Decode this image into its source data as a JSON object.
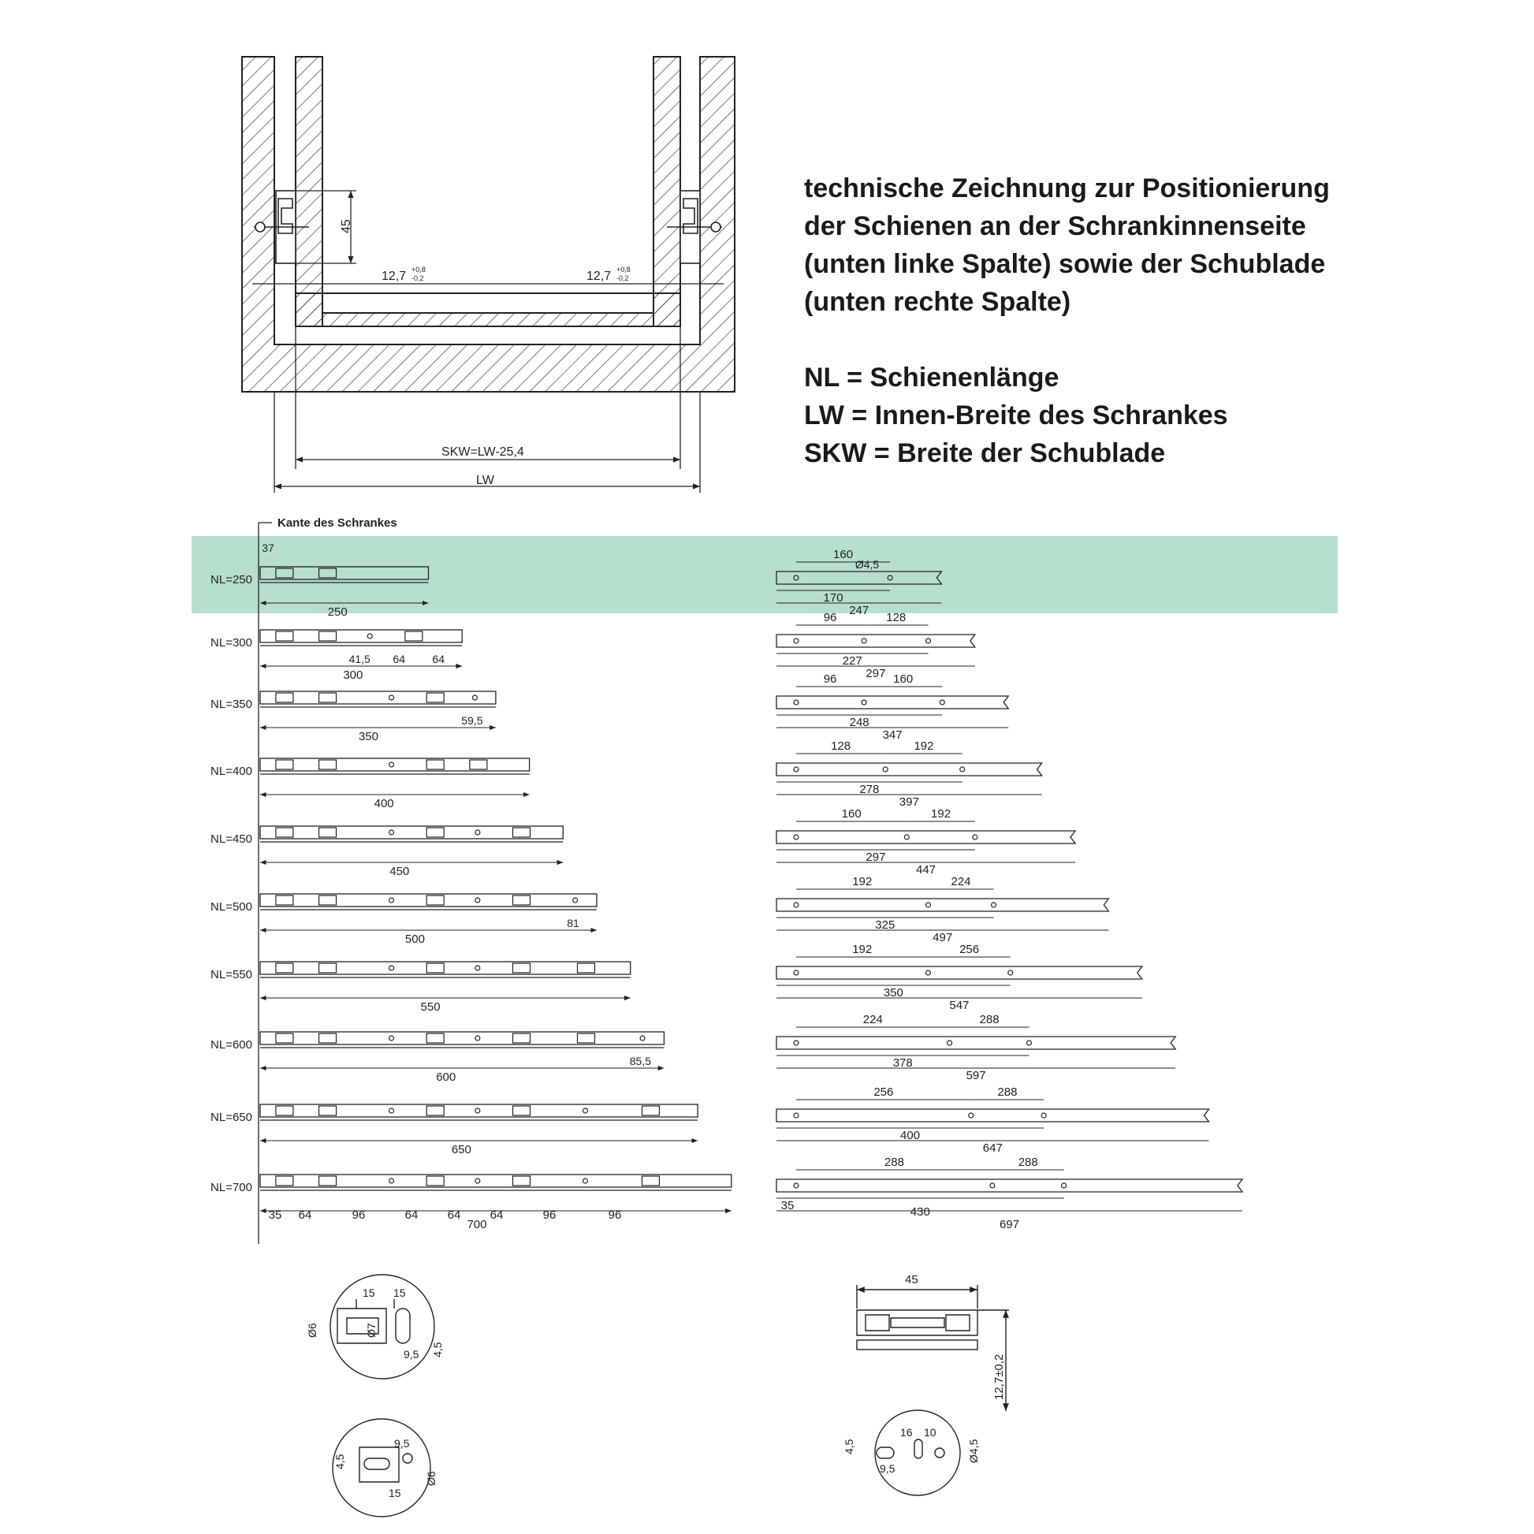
{
  "description": {
    "lines": [
      "technische Zeichnung zur Positionierung",
      "der Schienen an der Schrankinnenseite",
      "(unten linke Spalte) sowie der Schublade",
      "(unten rechte Spalte)"
    ],
    "legend": [
      "NL = Schienenlänge",
      "LW = Innen-Breite des Schrankes",
      "SKW = Breite der Schublade"
    ]
  },
  "cabinet": {
    "dim_height": "45",
    "dim_gap_left": "12,7",
    "dim_gap_right": "12,7",
    "tol_upper": "+0,8",
    "tol_lower": "-0,2",
    "dim_skw": "SKW=LW-25,4",
    "dim_lw": "LW"
  },
  "edge_label": "Kante des Schrankes",
  "highlight_color": "#b7dfcd",
  "left_rails": [
    {
      "label": "NL=250",
      "length": 250,
      "slots": [
        35,
        99
      ],
      "marks": [],
      "dims": [
        {
          "text": "37",
          "pos": "top"
        },
        {
          "text": "250",
          "pos": "below"
        }
      ]
    },
    {
      "label": "NL=300",
      "length": 300,
      "slots": [
        35,
        99,
        227
      ],
      "marks": [
        163
      ],
      "dims": [
        {
          "text": "64"
        },
        {
          "text": "64"
        },
        {
          "text": "41,5"
        },
        {
          "text": "300"
        }
      ]
    },
    {
      "label": "NL=350",
      "length": 350,
      "slots": [
        35,
        99,
        259
      ],
      "marks": [
        195,
        319
      ],
      "dims": [
        {
          "text": "350"
        },
        {
          "text": "59,5"
        }
      ]
    },
    {
      "label": "NL=400",
      "length": 400,
      "slots": [
        35,
        99,
        259,
        323
      ],
      "marks": [
        195
      ],
      "dims": [
        {
          "text": "400"
        }
      ]
    },
    {
      "label": "NL=450",
      "length": 450,
      "slots": [
        35,
        99,
        259,
        387
      ],
      "marks": [
        195,
        323
      ],
      "dims": [
        {
          "text": "450"
        }
      ]
    },
    {
      "label": "NL=500",
      "length": 500,
      "slots": [
        35,
        99,
        259,
        387
      ],
      "marks": [
        195,
        323,
        468
      ],
      "dims": [
        {
          "text": "500"
        },
        {
          "text": "81"
        }
      ]
    },
    {
      "label": "NL=550",
      "length": 550,
      "slots": [
        35,
        99,
        259,
        387,
        483
      ],
      "marks": [
        195,
        323
      ],
      "dims": [
        {
          "text": "550"
        }
      ]
    },
    {
      "label": "NL=600",
      "length": 600,
      "slots": [
        35,
        99,
        259,
        387,
        483
      ],
      "marks": [
        195,
        323,
        568
      ],
      "dims": [
        {
          "text": "600"
        },
        {
          "text": "85,5"
        }
      ]
    },
    {
      "label": "NL=650",
      "length": 650,
      "slots": [
        35,
        99,
        259,
        387,
        579
      ],
      "marks": [
        195,
        323,
        483
      ],
      "dims": [
        {
          "text": "650"
        }
      ]
    },
    {
      "label": "NL=700",
      "length": 700,
      "slots": [
        35,
        99,
        259,
        387,
        579
      ],
      "marks": [
        195,
        323,
        483
      ],
      "dims": [
        {
          "text": "35"
        },
        {
          "text": "64"
        },
        {
          "text": "96"
        },
        {
          "text": "64"
        },
        {
          "text": "64"
        },
        {
          "text": "64"
        },
        {
          "text": "96"
        },
        {
          "text": "96"
        },
        {
          "text": "700"
        }
      ]
    }
  ],
  "right_rails": [
    {
      "length": 247,
      "holes": [
        170
      ],
      "top_dims": [
        "160"
      ],
      "hole_label": "Ø4,5",
      "bottom_dims": [
        "170",
        "247"
      ]
    },
    {
      "length": 297,
      "holes": [
        131,
        227
      ],
      "top_dims": [
        "96",
        "128"
      ],
      "bottom_dims": [
        "227",
        "297"
      ]
    },
    {
      "length": 347,
      "holes": [
        131,
        248
      ],
      "top_dims": [
        "96",
        "160"
      ],
      "bottom_dims": [
        "248",
        "347"
      ]
    },
    {
      "length": 397,
      "holes": [
        163,
        278
      ],
      "top_dims": [
        "128",
        "192"
      ],
      "bottom_dims": [
        "278",
        "397"
      ]
    },
    {
      "length": 447,
      "holes": [
        195,
        297
      ],
      "top_dims": [
        "160",
        "192"
      ],
      "bottom_dims": [
        "297",
        "447"
      ]
    },
    {
      "length": 497,
      "holes": [
        227,
        325
      ],
      "top_dims": [
        "192",
        "224"
      ],
      "bottom_dims": [
        "325",
        "497"
      ]
    },
    {
      "length": 547,
      "holes": [
        227,
        350
      ],
      "top_dims": [
        "192",
        "256"
      ],
      "bottom_dims": [
        "350",
        "547"
      ]
    },
    {
      "length": 597,
      "holes": [
        259,
        378
      ],
      "top_dims": [
        "224",
        "288"
      ],
      "bottom_dims": [
        "378",
        "597"
      ]
    },
    {
      "length": 647,
      "holes": [
        291,
        400
      ],
      "top_dims": [
        "256",
        "288"
      ],
      "bottom_dims": [
        "400",
        "647"
      ]
    },
    {
      "length": 697,
      "holes": [
        323,
        430
      ],
      "top_dims": [
        "288",
        "288"
      ],
      "bottom_dims": [
        "430",
        "697"
      ],
      "start_dim": "35"
    }
  ],
  "details": {
    "left_top": [
      "Ø6",
      "Ø7",
      "15",
      "15",
      "9,5",
      "4,5"
    ],
    "left_bottom": [
      "4,5",
      "9,5",
      "15",
      "Ø6"
    ],
    "right_top": [
      "45",
      "12,7±0,2"
    ],
    "right_bottom": [
      "4,5",
      "16",
      "10",
      "9,5",
      "Ø4,5"
    ]
  }
}
